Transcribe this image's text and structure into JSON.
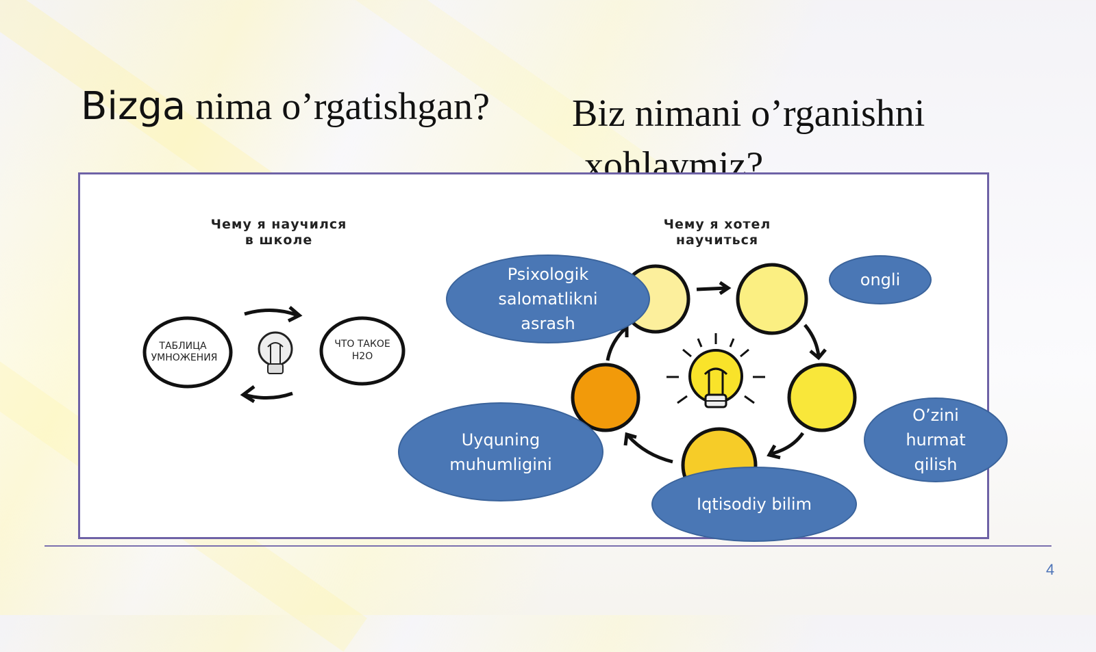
{
  "slide": {
    "title_left_word1": "Bizga",
    "title_left_rest": " nima o’rgatishgan?",
    "title_right_line1": "Biz nimani o’rganishni",
    "title_right_line2": "xohlaymiz?",
    "page_number": "4"
  },
  "left_diagram": {
    "heading_line1": "Чему я научился",
    "heading_line2": "в школе",
    "circle1_line1": "ТАБЛИЦА",
    "circle1_line2": "УМНОЖЕНИЯ",
    "circle2_line1": "ЧТО ТАКОЕ",
    "circle2_line2": "H2O"
  },
  "right_diagram": {
    "heading_line1": "Чему я хотел",
    "heading_line2": "научиться",
    "ovals": {
      "psix_1": "Psixologik",
      "psix_2": "salomatlikni",
      "psix_3": "asrash",
      "ongli": "ongli",
      "ozini_1": "O’zini",
      "ozini_2": "hurmat",
      "ozini_3": "qilish",
      "uyqu_1": "Uyquning",
      "uyqu_2": "muhumligini",
      "iqtisod": "Iqtisodiy bilim"
    }
  },
  "colors": {
    "oval_fill": "#4a77b5",
    "frame_border": "#6e62a6",
    "yellow_light": "#fbef9a",
    "yellow": "#f7e23c",
    "orange": "#f29a0a"
  }
}
